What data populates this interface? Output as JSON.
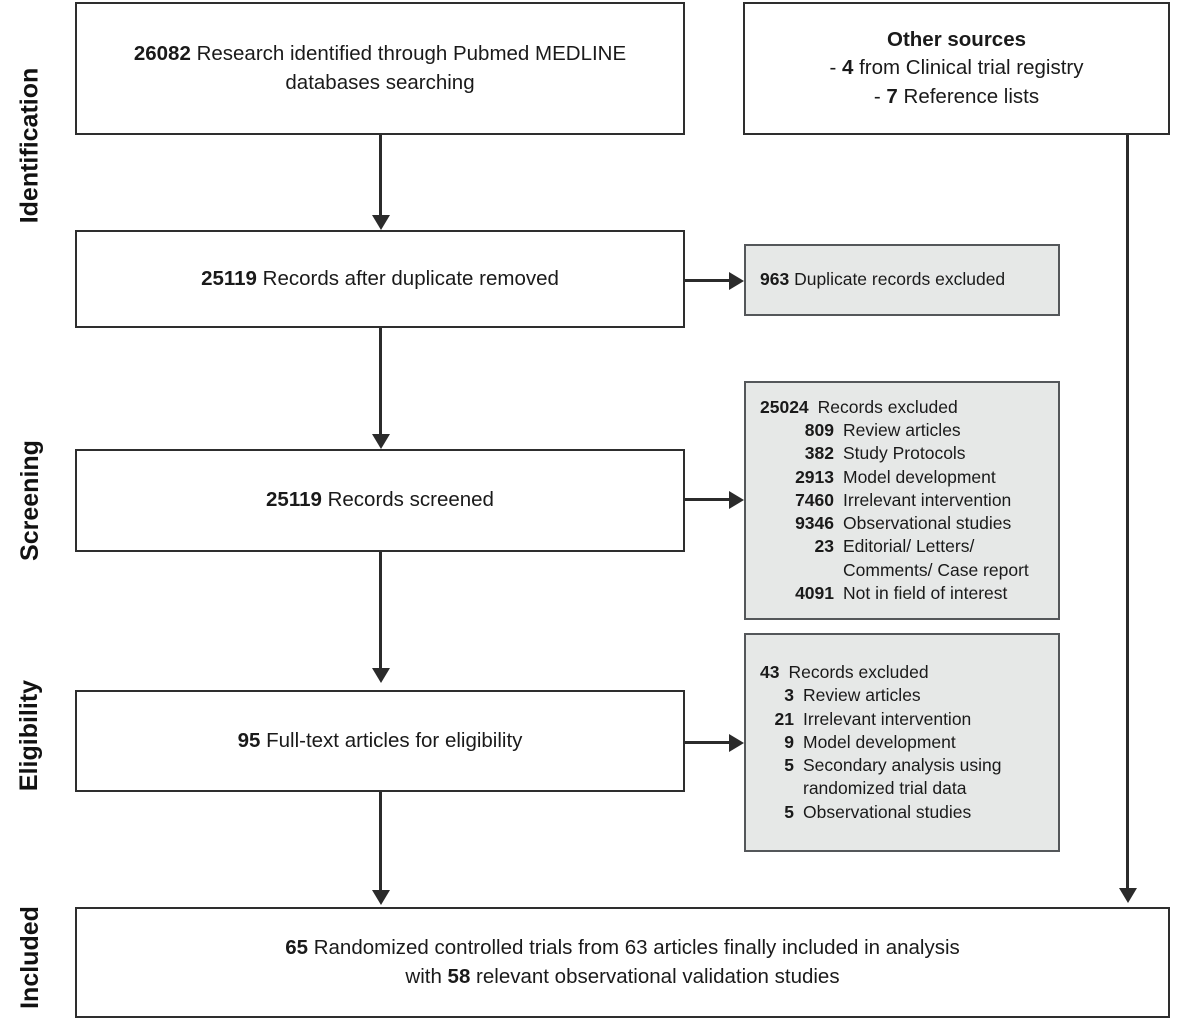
{
  "diagram": {
    "title": "PRISMA study selection flow diagram",
    "type": "flowchart",
    "accent_box_fill": "#e6e8e7",
    "line_color": "#2b2b2b"
  },
  "stages": [
    {
      "id": "identification",
      "label": "Identification"
    },
    {
      "id": "screening",
      "label": "Screening"
    },
    {
      "id": "eligibility",
      "label": "Eligibility"
    },
    {
      "id": "included",
      "label": "Included"
    }
  ],
  "boxes": {
    "records_identified": {
      "count": "26082",
      "text": "Research identified through Pubmed MEDLINE databases searching"
    },
    "other_sources": {
      "heading": "Other sources",
      "line1_prefix": "- ",
      "line1_count": "4",
      "line1_text": " from Clinical trial registry",
      "line2_prefix": "- ",
      "line2_count": "7",
      "line2_text": " Reference lists"
    },
    "after_duplicates": {
      "count": "25119",
      "text": "Records after duplicate removed"
    },
    "duplicates_excluded": {
      "count": "963",
      "text": "Duplicate records excluded"
    },
    "records_screened": {
      "count": "25119",
      "text": "Records screened"
    },
    "screening_excluded": {
      "count": "25024",
      "text": "Records excluded",
      "reasons": [
        {
          "count": "809",
          "label": "Review articles"
        },
        {
          "count": "382",
          "label": "Study Protocols"
        },
        {
          "count": "2913",
          "label": "Model development"
        },
        {
          "count": "7460",
          "label": "Irrelevant intervention"
        },
        {
          "count": "9346",
          "label": "Observational studies"
        },
        {
          "count": "23",
          "label": "Editorial/ Letters/ Comments/ Case report"
        },
        {
          "count": "4091",
          "label": "Not in field of interest"
        }
      ]
    },
    "fulltext_assessed": {
      "count": "95",
      "text": "Full-text articles for eligibility"
    },
    "eligibility_excluded": {
      "count": "43",
      "text": "Records excluded",
      "reasons": [
        {
          "count": "3",
          "label": "Review articles"
        },
        {
          "count": "21",
          "label": "Irrelevant intervention"
        },
        {
          "count": "9",
          "label": "Model development"
        },
        {
          "count": "5",
          "label": "Secondary analysis using randomized trial data"
        },
        {
          "count": "5",
          "label": "Observational studies"
        }
      ]
    },
    "included_final": {
      "line1_count": "65",
      "line1_text": " Randomized controlled trials from 63 articles finally included in analysis",
      "line2_prefix": "with ",
      "line2_count": "58",
      "line2_text": " relevant observational validation studies"
    }
  }
}
